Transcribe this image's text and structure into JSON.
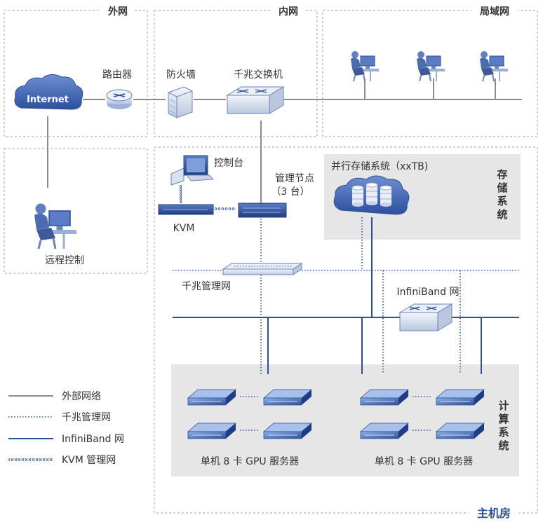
{
  "zones": {
    "external": "外网",
    "internal": "内网",
    "lan": "局域网",
    "machine_room": "主机房"
  },
  "nodes": {
    "internet": "Internet",
    "router": "路由器",
    "firewall": "防火墙",
    "gigabit_switch": "千兆交换机",
    "remote_control": "远程控制",
    "console": "控制台",
    "mgmt_node": "管理节点",
    "mgmt_node_count": "（3 台）",
    "kvm": "KVM",
    "gigabit_mgmt_net": "千兆管理网",
    "storage_label": "并行存储系统（xxTB)",
    "infiniband_switch": "InfiniBand 网",
    "server_group_left": "单机 8 卡 GPU 服务器",
    "server_group_right": "单机 8 卡 GPU 服务器"
  },
  "systems": {
    "storage": [
      "存",
      "储",
      "系",
      "统"
    ],
    "compute": [
      "计",
      "算",
      "系",
      "统"
    ]
  },
  "legend": [
    {
      "label": "外部网络",
      "style": "solid-gray"
    },
    {
      "label": "千兆管理网",
      "style": "dotted-blue"
    },
    {
      "label": "InfiniBand 网",
      "style": "solid-blue"
    },
    {
      "label": "KVM 管理网",
      "style": "chain-blue"
    }
  ],
  "colors": {
    "external_line": "#8c8c8c",
    "mgmt_line": "#2a4fa0",
    "infiniband_line": "#2a4fa0",
    "zone_border": "#a0a0a0",
    "system_fill": "#e6e6e6"
  }
}
